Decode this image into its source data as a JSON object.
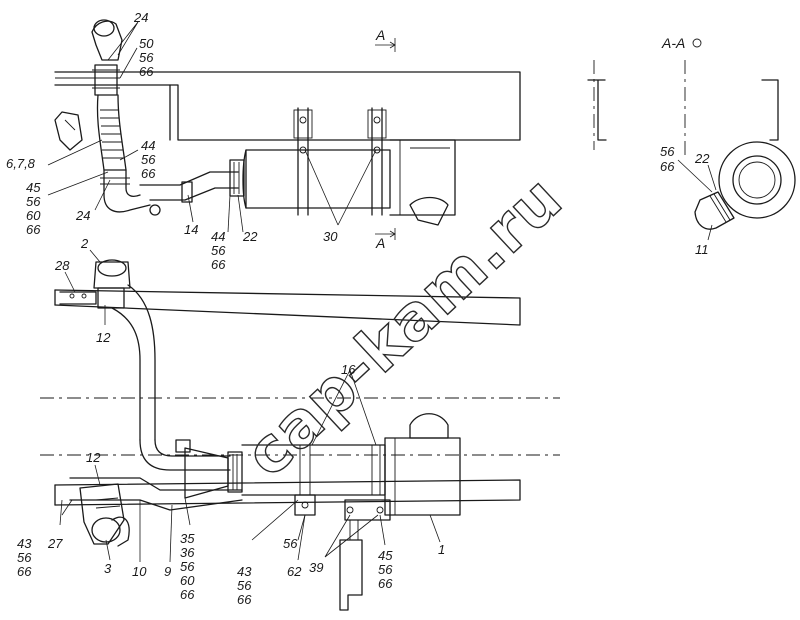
{
  "diagram": {
    "watermark": "cap-kam.ru",
    "section_label": "A-A",
    "view_marks": [
      "A",
      "A"
    ],
    "callouts": [
      {
        "id": "c24a",
        "lines": [
          "24"
        ]
      },
      {
        "id": "c505666",
        "lines": [
          "50",
          "56",
          "66"
        ]
      },
      {
        "id": "c445666a",
        "lines": [
          "44",
          "56",
          "66"
        ]
      },
      {
        "id": "c678",
        "lines": [
          "6,7,8"
        ]
      },
      {
        "id": "c45566066a",
        "lines": [
          "45",
          "56",
          "60",
          "66"
        ]
      },
      {
        "id": "c24b",
        "lines": [
          "24"
        ]
      },
      {
        "id": "c14",
        "lines": [
          "14"
        ]
      },
      {
        "id": "c445666b",
        "lines": [
          "44",
          "56",
          "66"
        ]
      },
      {
        "id": "c22a",
        "lines": [
          "22"
        ]
      },
      {
        "id": "c30",
        "lines": [
          "30"
        ]
      },
      {
        "id": "c5666",
        "lines": [
          "56",
          "66"
        ]
      },
      {
        "id": "c22b",
        "lines": [
          "22"
        ]
      },
      {
        "id": "c11",
        "lines": [
          "11"
        ]
      },
      {
        "id": "c2",
        "lines": [
          "2"
        ]
      },
      {
        "id": "c28",
        "lines": [
          "28"
        ]
      },
      {
        "id": "c12a",
        "lines": [
          "12"
        ]
      },
      {
        "id": "c16",
        "lines": [
          "16"
        ]
      },
      {
        "id": "c12b",
        "lines": [
          "12"
        ]
      },
      {
        "id": "c435666a",
        "lines": [
          "43",
          "56",
          "66"
        ]
      },
      {
        "id": "c27",
        "lines": [
          "27"
        ]
      },
      {
        "id": "c3",
        "lines": [
          "3"
        ]
      },
      {
        "id": "c10",
        "lines": [
          "10"
        ]
      },
      {
        "id": "c9",
        "lines": [
          "9"
        ]
      },
      {
        "id": "c3536",
        "lines": [
          "35",
          "36",
          "56",
          "60",
          "66"
        ]
      },
      {
        "id": "c435666b",
        "lines": [
          "43",
          "56",
          "66"
        ]
      },
      {
        "id": "c56",
        "lines": [
          "56"
        ]
      },
      {
        "id": "c62",
        "lines": [
          "62"
        ]
      },
      {
        "id": "c39",
        "lines": [
          "39"
        ]
      },
      {
        "id": "c455666b",
        "lines": [
          "45",
          "56",
          "66"
        ]
      },
      {
        "id": "c1",
        "lines": [
          "1"
        ]
      }
    ]
  }
}
